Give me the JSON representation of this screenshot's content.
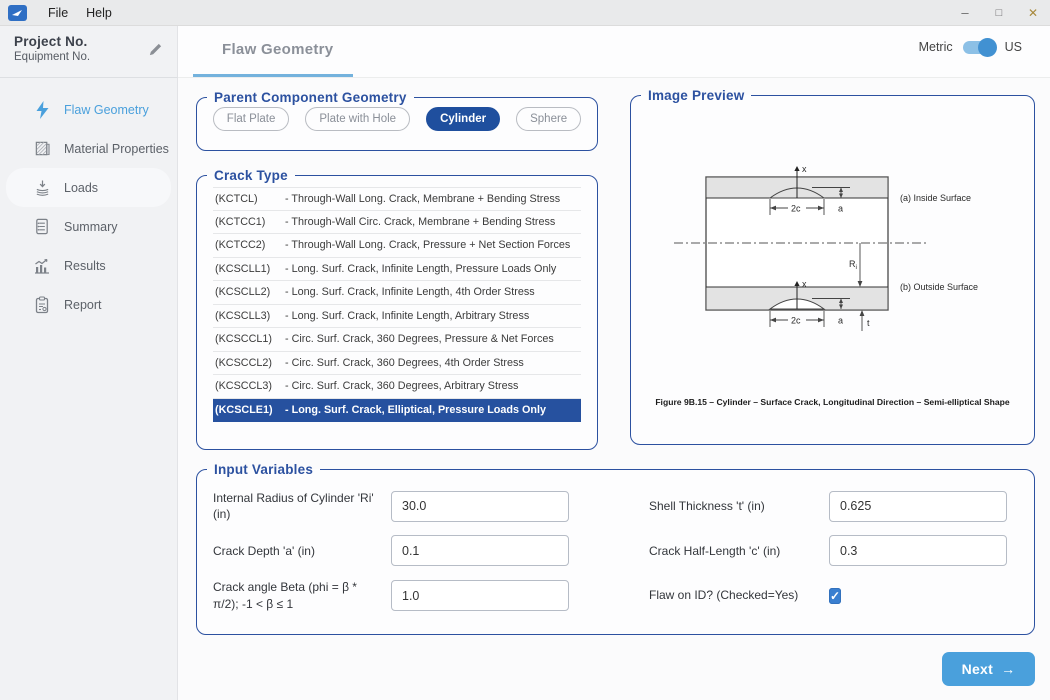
{
  "titlebar": {
    "menu": [
      "File",
      "Help"
    ],
    "window": {
      "minimize": "–",
      "maximize": "□",
      "close": "✕"
    }
  },
  "header": {
    "project_no": "Project No.",
    "equipment_no": "Equipment No.",
    "tab": "Flaw Geometry",
    "units": {
      "left": "Metric",
      "right": "US"
    }
  },
  "sidebar": {
    "items": [
      {
        "label": "Flaw Geometry",
        "icon": "lightning-icon",
        "active": true
      },
      {
        "label": "Material Properties",
        "icon": "material-icon",
        "active": false
      },
      {
        "label": "Loads",
        "icon": "loads-icon",
        "active": false
      },
      {
        "label": "Summary",
        "icon": "summary-icon",
        "active": false
      },
      {
        "label": "Results",
        "icon": "results-icon",
        "active": false
      },
      {
        "label": "Report",
        "icon": "report-icon",
        "active": false
      }
    ]
  },
  "parent_geometry": {
    "title": "Parent Component Geometry",
    "options": [
      {
        "label": "Flat Plate",
        "selected": false
      },
      {
        "label": "Plate with Hole",
        "selected": false
      },
      {
        "label": "Cylinder",
        "selected": true
      },
      {
        "label": "Sphere",
        "selected": false
      }
    ]
  },
  "crack_type": {
    "title": "Crack Type",
    "items": [
      {
        "code": "(KCTCL)",
        "desc": "- Through-Wall Long. Crack, Membrane + Bending Stress",
        "selected": false
      },
      {
        "code": "(KCTCC1)",
        "desc": "- Through-Wall Circ. Crack, Membrane + Bending Stress",
        "selected": false
      },
      {
        "code": "(KCTCC2)",
        "desc": "- Through-Wall Long. Crack, Pressure + Net Section Forces",
        "selected": false
      },
      {
        "code": "(KCSCLL1)",
        "desc": "- Long. Surf. Crack, Infinite Length, Pressure Loads Only",
        "selected": false
      },
      {
        "code": "(KCSCLL2)",
        "desc": "- Long. Surf. Crack, Infinite Length, 4th Order Stress",
        "selected": false
      },
      {
        "code": "(KCSCLL3)",
        "desc": "- Long. Surf. Crack, Infinite Length, Arbitrary Stress",
        "selected": false
      },
      {
        "code": "(KCSCCL1)",
        "desc": "- Circ. Surf. Crack, 360 Degrees, Pressure & Net Forces",
        "selected": false
      },
      {
        "code": "(KCSCCL2)",
        "desc": "- Circ. Surf. Crack, 360 Degrees, 4th Order Stress",
        "selected": false
      },
      {
        "code": "(KCSCCL3)",
        "desc": "- Circ. Surf. Crack, 360 Degrees, Arbitrary Stress",
        "selected": false
      },
      {
        "code": "(KCSCLE1)",
        "desc": "- Long. Surf. Crack, Elliptical, Pressure Loads Only",
        "selected": true
      }
    ]
  },
  "image_preview": {
    "title": "Image Preview",
    "labels": {
      "x_top": "x",
      "x_bottom": "x",
      "twoc_top": "2c",
      "twoc_bottom": "2c",
      "a_top": "a",
      "a_bottom": "a",
      "ri_main": "R",
      "ri_sub": "i",
      "t": "t",
      "inside": "(a) Inside Surface",
      "outside": "(b) Outside Surface"
    },
    "caption": "Figure 9B.15 – Cylinder – Surface Crack, Longitudinal Direction – Semi-elliptical Shape"
  },
  "input_variables": {
    "title": "Input Variables",
    "fields": [
      {
        "label": "Internal Radius of Cylinder 'Ri' (in)",
        "value": "30.0"
      },
      {
        "label": "Shell Thickness 't' (in)",
        "value": "0.625"
      },
      {
        "label": "Crack Depth 'a' (in)",
        "value": "0.1"
      },
      {
        "label": "Crack Half-Length 'c' (in)",
        "value": "0.3"
      },
      {
        "label": "Crack angle Beta (phi = β * π/2); -1 < β ≤ 1",
        "value": "1.0"
      },
      {
        "label": "Flaw on ID? (Checked=Yes)",
        "checked": true,
        "check_glyph": "✓"
      }
    ]
  },
  "next_button": {
    "label": "Next",
    "arrow": "→"
  },
  "colors": {
    "section_blue": "#2c51a0",
    "selected_blue": "#1f4f9e",
    "accent_light_blue": "#4aa0dc",
    "checkbox_blue": "#3a7fd0",
    "sidebar_bg": "#f1f2f4",
    "close_gold": "#a8893c"
  }
}
